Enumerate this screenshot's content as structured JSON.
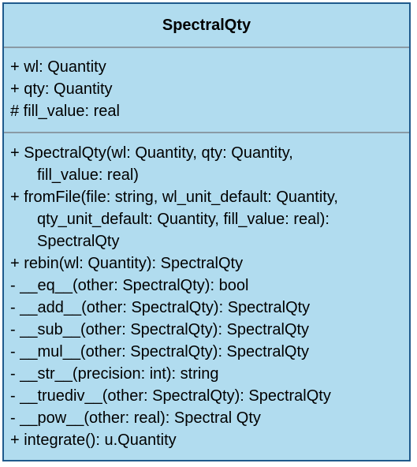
{
  "class_name": "SpectralQty",
  "attributes": [
    "+ wl: Quantity",
    "+ qty: Quantity",
    "# fill_value: real"
  ],
  "operations": [
    {
      "text": "+ SpectralQty(wl: Quantity, qty: Quantity,",
      "indent": false
    },
    {
      "text": "fill_value: real)",
      "indent": true
    },
    {
      "text": "+ fromFile(file: string, wl_unit_default: Quantity,",
      "indent": false
    },
    {
      "text": "qty_unit_default: Quantity, fill_value: real):",
      "indent": true
    },
    {
      "text": "SpectralQty",
      "indent": true
    },
    {
      "text": "+ rebin(wl: Quantity): SpectralQty",
      "indent": false
    },
    {
      "text": "- __eq__(other: SpectralQty): bool",
      "indent": false
    },
    {
      "text": "- __add__(other: SpectralQty): SpectralQty",
      "indent": false
    },
    {
      "text": "- __sub__(other: SpectralQty): SpectralQty",
      "indent": false
    },
    {
      "text": "- __mul__(other: SpectralQty): SpectralQty",
      "indent": false
    },
    {
      "text": "- __str__(precision: int): string",
      "indent": false
    },
    {
      "text": "- __truediv__(other: SpectralQty): SpectralQty",
      "indent": false
    },
    {
      "text": "- __pow__(other: real): Spectral Qty",
      "indent": false
    },
    {
      "text": "+ integrate(): u.Quantity",
      "indent": false
    }
  ],
  "colors": {
    "box_fill": "#b1dcef",
    "box_border": "#1f5a8c",
    "divider": "#8a9aa5"
  }
}
